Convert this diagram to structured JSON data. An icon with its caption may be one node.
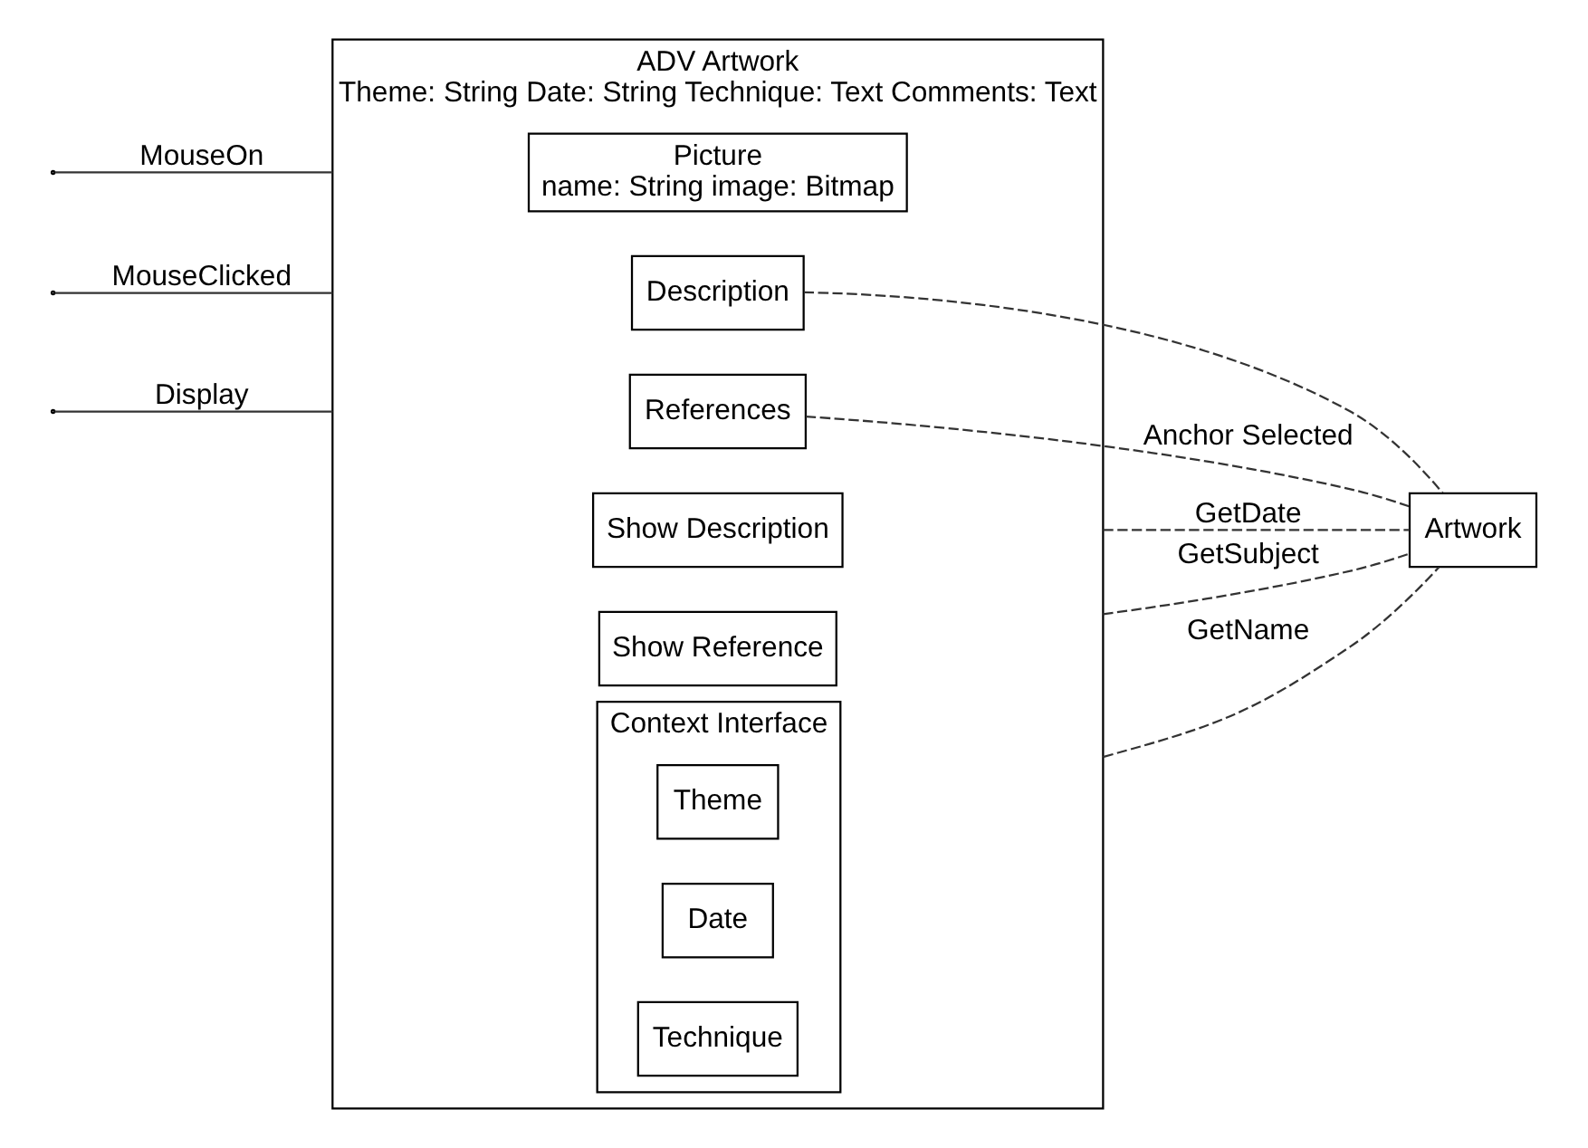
{
  "diagram": {
    "nodes": [
      {
        "text": [
          "ADV Artwork",
          "Theme: String Date: String Technique: Text Comments: Text"
        ]
      },
      {
        "text": [
          "Picture",
          "name: String image: Bitmap"
        ],
        "in": 0
      },
      {
        "text": [
          "Description"
        ],
        "in": 0
      },
      {
        "text": [
          "References"
        ],
        "in": 0
      },
      {
        "text": [
          "Show Description"
        ],
        "in": 0
      },
      {
        "text": [
          "Show Reference"
        ],
        "in": 0
      },
      {
        "text": [
          "Context Interface"
        ],
        "in": 0
      },
      {
        "text": [
          "Theme"
        ],
        "in": 6
      },
      {
        "text": [
          "Date"
        ],
        "in": 6
      },
      {
        "text": [
          "Technique"
        ],
        "in": 6
      },
      {
        "text": [
          "Artwork"
        ]
      }
    ],
    "edges": [
      {
        "from": null,
        "to": 0,
        "arrow": "none",
        "label": "MouseOn"
      },
      {
        "from": null,
        "to": 0,
        "arrow": "none",
        "label": "MouseClicked"
      },
      {
        "from": null,
        "to": 0,
        "arrow": "none",
        "label": "Display"
      },
      {
        "from": 0,
        "to": 10,
        "arrow": "none",
        "label": "GetDate",
        "style": "dashed"
      },
      {
        "from": 0,
        "to": 10,
        "arrow": "none",
        "label": "GetSubject",
        "style": "dashed"
      },
      {
        "from": 0,
        "to": 10,
        "arrow": "none",
        "label": "GetName",
        "style": "dashed"
      },
      {
        "from": 2,
        "to": 10,
        "arrow": "none",
        "style": "dashed"
      },
      {
        "from": 3,
        "to": 10,
        "arrow": "none",
        "label": "Anchor Selected",
        "style": "dashed"
      }
    ]
  }
}
